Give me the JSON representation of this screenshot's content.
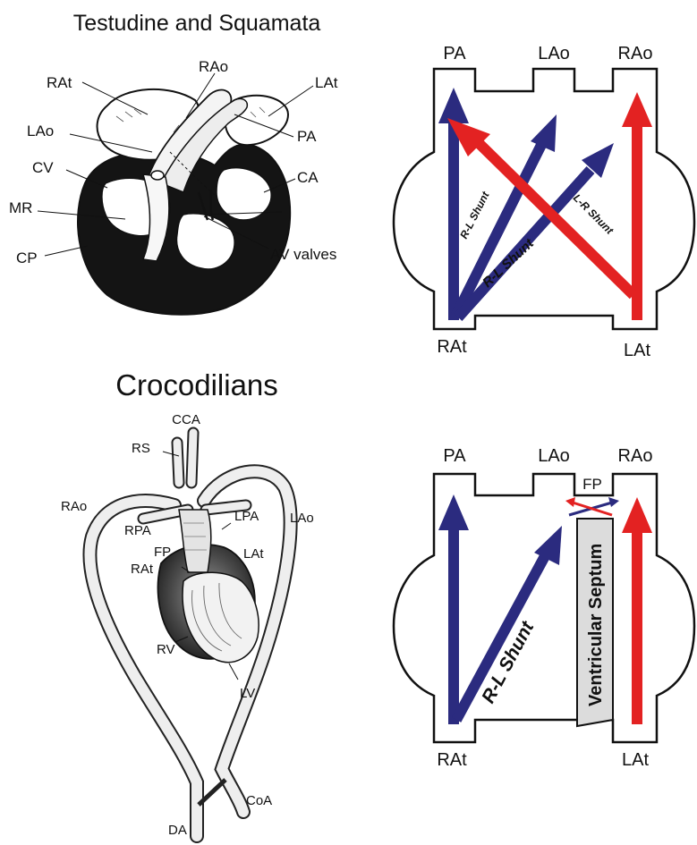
{
  "colors": {
    "deoxygenated": "#2b2b7f",
    "oxygenated": "#e32222",
    "outline": "#111111",
    "septum_fill": "#dcdcdc"
  },
  "top": {
    "title": "Testudine and Squamata",
    "anatomy_labels": {
      "rat": "RAt",
      "rao": "RAo",
      "lat": "LAt",
      "lao": "LAo",
      "pa": "PA",
      "cv": "CV",
      "ca": "CA",
      "mr": "MR",
      "cp": "CP",
      "av_valves": "AV valves"
    },
    "schematic": {
      "outflow_pa": "PA",
      "outflow_lao": "LAo",
      "outflow_rao": "RAo",
      "inflow_rat": "RAt",
      "inflow_lat": "LAt",
      "shunt_rl_1": "R-L Shunt",
      "shunt_rl_2": "R-L Shunt",
      "shunt_lr": "L-R Shunt"
    }
  },
  "bottom": {
    "title": "Crocodilians",
    "anatomy_labels": {
      "cca": "CCA",
      "rs": "RS",
      "rao": "RAo",
      "rpa": "RPA",
      "lpa": "LPA",
      "lao": "LAo",
      "fp": "FP",
      "rat": "RAt",
      "lat": "LAt",
      "rv": "RV",
      "lv": "LV",
      "coa": "CoA",
      "da": "DA"
    },
    "schematic": {
      "outflow_pa": "PA",
      "outflow_lao": "LAo",
      "outflow_rao": "RAo",
      "fp": "FP",
      "inflow_rat": "RAt",
      "inflow_lat": "LAt",
      "shunt_rl": "R-L Shunt",
      "septum": "Ventricular Septum"
    }
  }
}
